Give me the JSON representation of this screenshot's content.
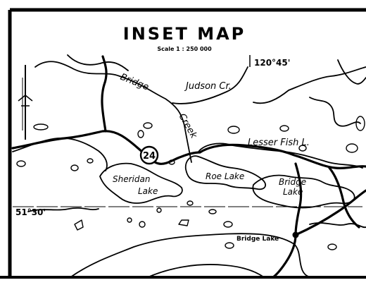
{
  "map": {
    "title": "INSET MAP",
    "scale": "Scale 1 : 250 000",
    "coords": {
      "longitude": "120°45'",
      "latitude": "51°30'"
    },
    "highway_shield": "24",
    "labels": {
      "bridge": "Bridge",
      "creek": "Creek",
      "judson": "Judson Cr.",
      "lesser_fish": "Lesser Fish L.",
      "roe": "Roe Lake",
      "sheridan": "Sheridan",
      "sheridan_lake": "Lake",
      "bridge_lake_1": "Bridge",
      "bridge_lake_2": "Lake",
      "bridge_lake_town": "Bridge Lake"
    }
  }
}
